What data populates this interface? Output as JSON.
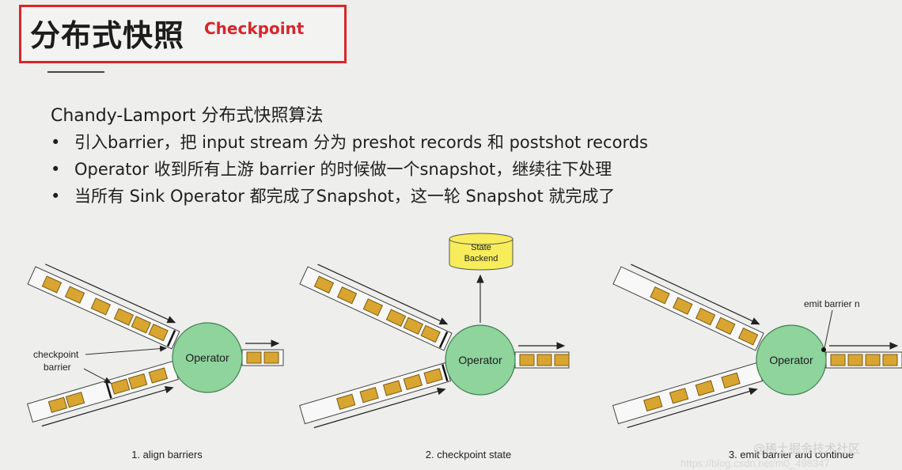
{
  "title": {
    "main": "分布式快照",
    "accent": "Checkpoint"
  },
  "subtitle": "Chandy-Lamport 分布式快照算法",
  "bullets": [
    "引入barrier，把 input stream 分为 preshot records 和 postshot records",
    "Operator 收到所有上游 barrier 的时候做一个snapshot，继续往下处理",
    "当所有 Sink Operator 都完成了Snapshot，这一轮 Snapshot 就完成了"
  ],
  "bullet_symbol": "•",
  "panels": [
    {
      "operator": "Operator",
      "caption": "1. align barriers",
      "annotations": [
        "checkpoint",
        "barrier"
      ]
    },
    {
      "operator": "Operator",
      "caption": "2. checkpoint state",
      "storage": [
        "State",
        "Backend"
      ]
    },
    {
      "operator": "Operator",
      "caption": "3. emit barrier and continue",
      "annotations": [
        "emit barrier n"
      ]
    }
  ],
  "watermark": "@稀土掘金技术社区",
  "watermark_url": "https://blog.csdn.net/m0_498347",
  "colors": {
    "frame": "#d8262b",
    "record": "#d9a531",
    "record_border": "#7a5a10",
    "operator": "#8fd39d",
    "operator_border": "#3e7f4c",
    "storage": "#f7ec5a"
  }
}
